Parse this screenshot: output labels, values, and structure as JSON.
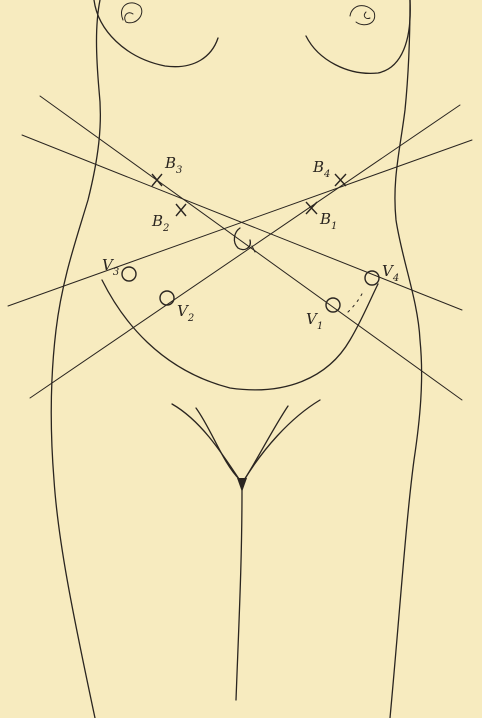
{
  "figure": {
    "labels": {
      "B3": {
        "main": "B",
        "sub": "3"
      },
      "B2": {
        "main": "B",
        "sub": "2"
      },
      "B4": {
        "main": "B",
        "sub": "4"
      },
      "B1": {
        "main": "B",
        "sub": "1"
      },
      "V3": {
        "main": "V",
        "sub": "3"
      },
      "V2": {
        "main": "V",
        "sub": "2"
      },
      "V1": {
        "main": "V",
        "sub": "1"
      },
      "V4": {
        "main": "V",
        "sub": "4"
      }
    },
    "marker_types": {
      "B": "cross-mark",
      "V": "circle-mark"
    }
  }
}
